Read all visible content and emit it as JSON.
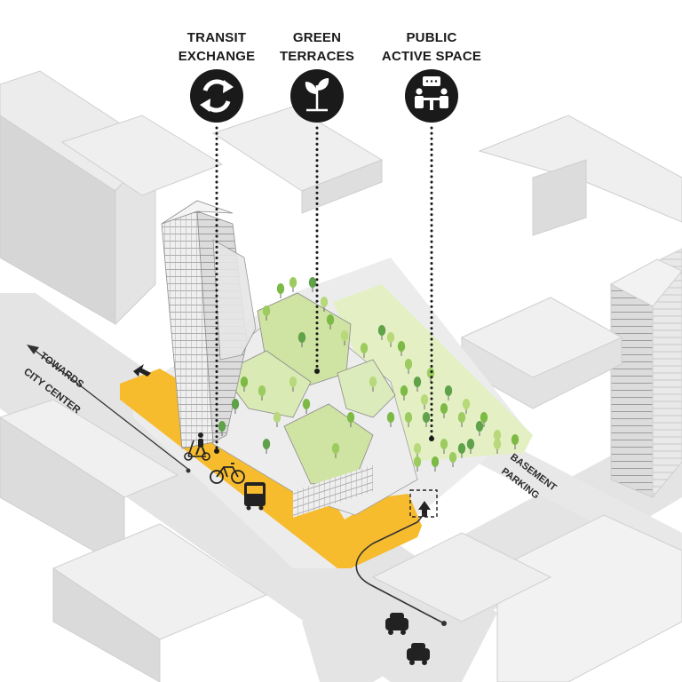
{
  "legend": [
    {
      "line1": "TRANSIT",
      "line2": "EXCHANGE",
      "icon": "transit-exchange-icon"
    },
    {
      "line1": "GREEN",
      "line2": "TERRACES",
      "icon": "plant-sprout-icon"
    },
    {
      "line1": "PUBLIC",
      "line2": "ACTIVE SPACE",
      "icon": "people-table-icon"
    }
  ],
  "labels": {
    "towards_line1": "TOWARDS",
    "towards_line2": "CITY CENTER",
    "basement_line1": "BASEMENT",
    "basement_line2": "PARKING"
  },
  "colors": {
    "plaza_orange": "#F7BB2E",
    "terrace_green": "#CFE3A3",
    "park_green": "#E4F0C4",
    "tree_green": "#7DBA45",
    "block_gray": "#DEDEDE",
    "road_gray": "#BDBDBD",
    "icon_black": "#1A1A1A"
  }
}
